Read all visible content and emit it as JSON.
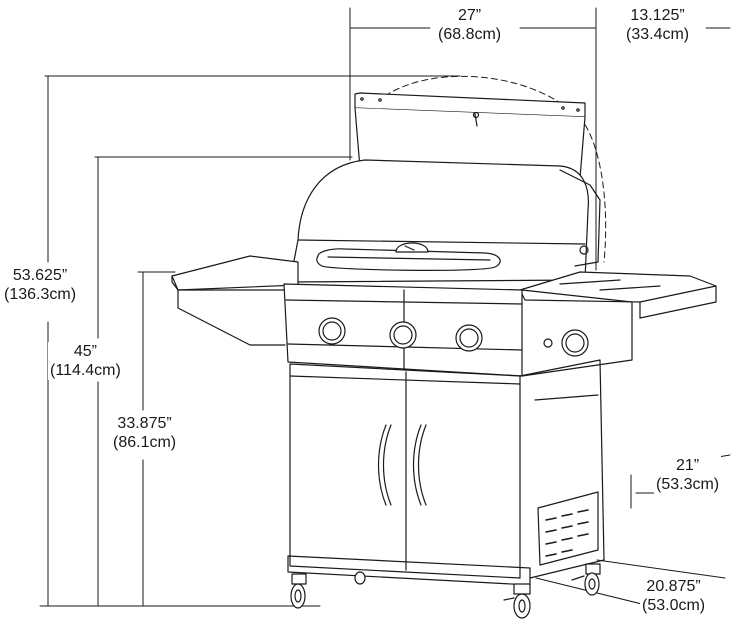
{
  "dimensions": {
    "overall_width": {
      "imperial": "27”",
      "metric": "(68.8cm)"
    },
    "lid_depth": {
      "imperial": "13.125”",
      "metric": "(33.4cm)"
    },
    "height_lid_open": {
      "imperial": "53.625”",
      "metric": "(136.3cm)"
    },
    "height_lid_closed": {
      "imperial": "45”",
      "metric": "(114.4cm)"
    },
    "height_side_shelf": {
      "imperial": "33.875”",
      "metric": "(86.1cm)"
    },
    "cart_width": {
      "imperial": "21”",
      "metric": "(53.3cm)"
    },
    "cart_depth": {
      "imperial": "20.875”",
      "metric": "(53.0cm)"
    }
  },
  "colors": {
    "line": "#1a1a1a",
    "fill": "#ffffff",
    "light_fill": "#f2f2f2"
  }
}
